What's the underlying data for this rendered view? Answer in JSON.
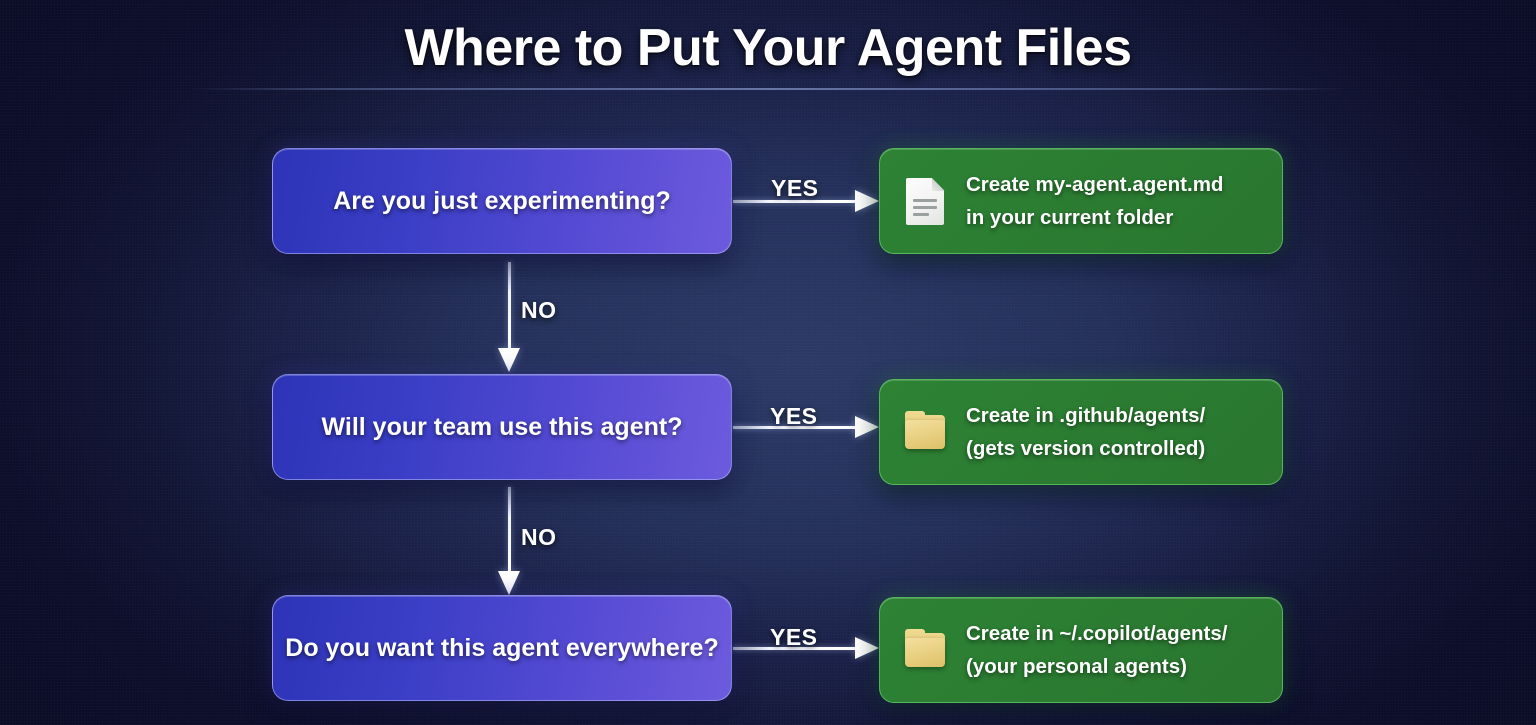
{
  "slide": {
    "title": "Where to Put Your Agent Files",
    "background_color": "#18214a",
    "accent_colors": {
      "decision_box": "#3a3ec6",
      "outcome_box": "#2d8234",
      "arrow": "#ffffff",
      "title_text": "#ffffff"
    }
  },
  "flow": {
    "rows": [
      {
        "decision": "Are you just experimenting?",
        "branch_label": "YES",
        "outcome_icon": "document-icon",
        "outcome_line1": "Create my-agent.agent.md",
        "outcome_line2": "in your current folder",
        "fallthrough_label": "NO"
      },
      {
        "decision": "Will your team use this agent?",
        "branch_label": "YES",
        "outcome_icon": "folder-icon",
        "outcome_line1": "Create in .github/agents/",
        "outcome_line2": "(gets version controlled)",
        "fallthrough_label": "NO"
      },
      {
        "decision": "Do you want this agent everywhere?",
        "branch_label": "YES",
        "outcome_icon": "folder-icon",
        "outcome_line1": "Create in ~/.copilot/agents/",
        "outcome_line2": "(your personal agents)",
        "fallthrough_label": ""
      }
    ]
  }
}
